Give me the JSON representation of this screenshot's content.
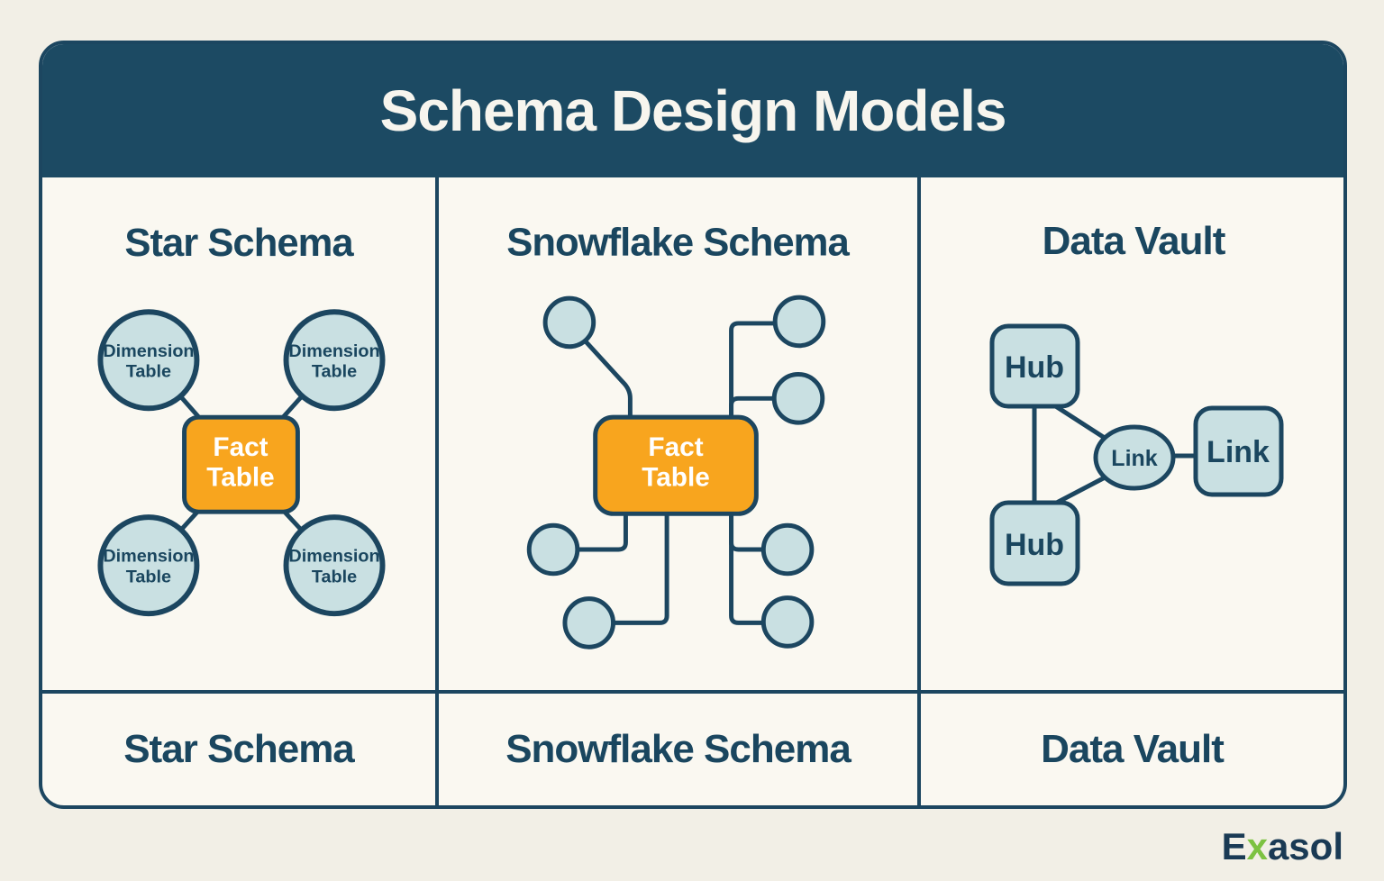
{
  "title": "Schema Design Models",
  "columns": [
    {
      "header": "Star Schema",
      "footer": "Star Schema",
      "fact": {
        "line1": "Fact",
        "line2": "Table"
      },
      "dims": [
        {
          "line1": "Dimension",
          "line2": "Table"
        },
        {
          "line1": "Dimension",
          "line2": "Table"
        },
        {
          "line1": "Dimension",
          "line2": "Table"
        },
        {
          "line1": "Dimension",
          "line2": "Table"
        }
      ]
    },
    {
      "header": "Snowflake Schema",
      "footer": "Snowflake Schema",
      "fact": {
        "line1": "Fact",
        "line2": "Table"
      }
    },
    {
      "header": "Data Vault",
      "footer": "Data Vault",
      "hub_top": "Hub",
      "hub_bottom": "Hub",
      "link_small": "Link",
      "link_big": "Link"
    }
  ],
  "brand": {
    "part1": "E",
    "part2": "x",
    "part3": "asol"
  },
  "colors": {
    "page_background": "#f2efe6",
    "card_background": "#faf8f1",
    "title_bar": "#1c4a63",
    "line_navy": "#1c4660",
    "text_navy": "#1a465f",
    "node_fill": "#c9e0e2",
    "fact_orange": "#f8a51e",
    "fact_text": "#ffffff",
    "brand_green": "#7dc242"
  }
}
